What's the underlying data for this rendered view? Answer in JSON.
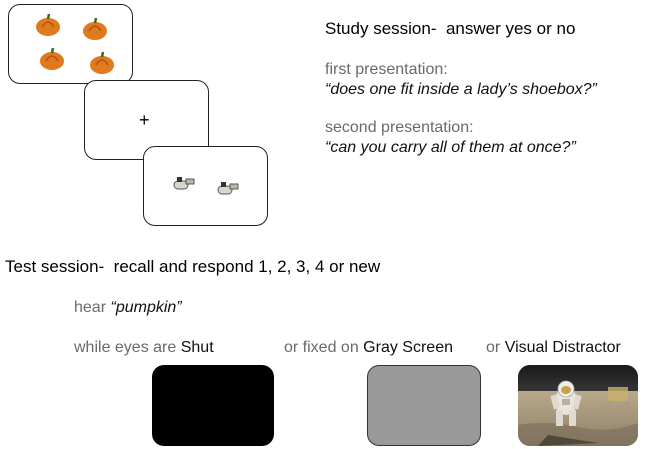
{
  "study": {
    "title_main": "Study session-",
    "title_rest": "answer yes or no",
    "first_label": "first presentation:",
    "first_question": "“does one fit inside a lady’s shoebox?”",
    "second_label": "second presentation:",
    "second_question": "“can you carry all of them at once?”",
    "fixation": "+"
  },
  "test": {
    "title_main": "Test session-",
    "title_rest": "recall and respond 1, 2, 3, 4 or new",
    "hear_label": "hear",
    "hear_word": "“pumpkin”",
    "while_label": "while eyes are",
    "cond1": "Shut",
    "or_fixed": "or fixed on",
    "cond2": "Gray Screen",
    "or_label": "or",
    "cond3": "Visual Distractor"
  },
  "colors": {
    "shut_screen": "#000000",
    "gray_screen": "#999999",
    "pumpkin": "#e07a1e",
    "muted_text": "#6a6a6a"
  },
  "icons": {
    "pumpkin": "pumpkin-icon",
    "whistle": "whistle-icon",
    "astronaut": "astronaut-photo"
  }
}
